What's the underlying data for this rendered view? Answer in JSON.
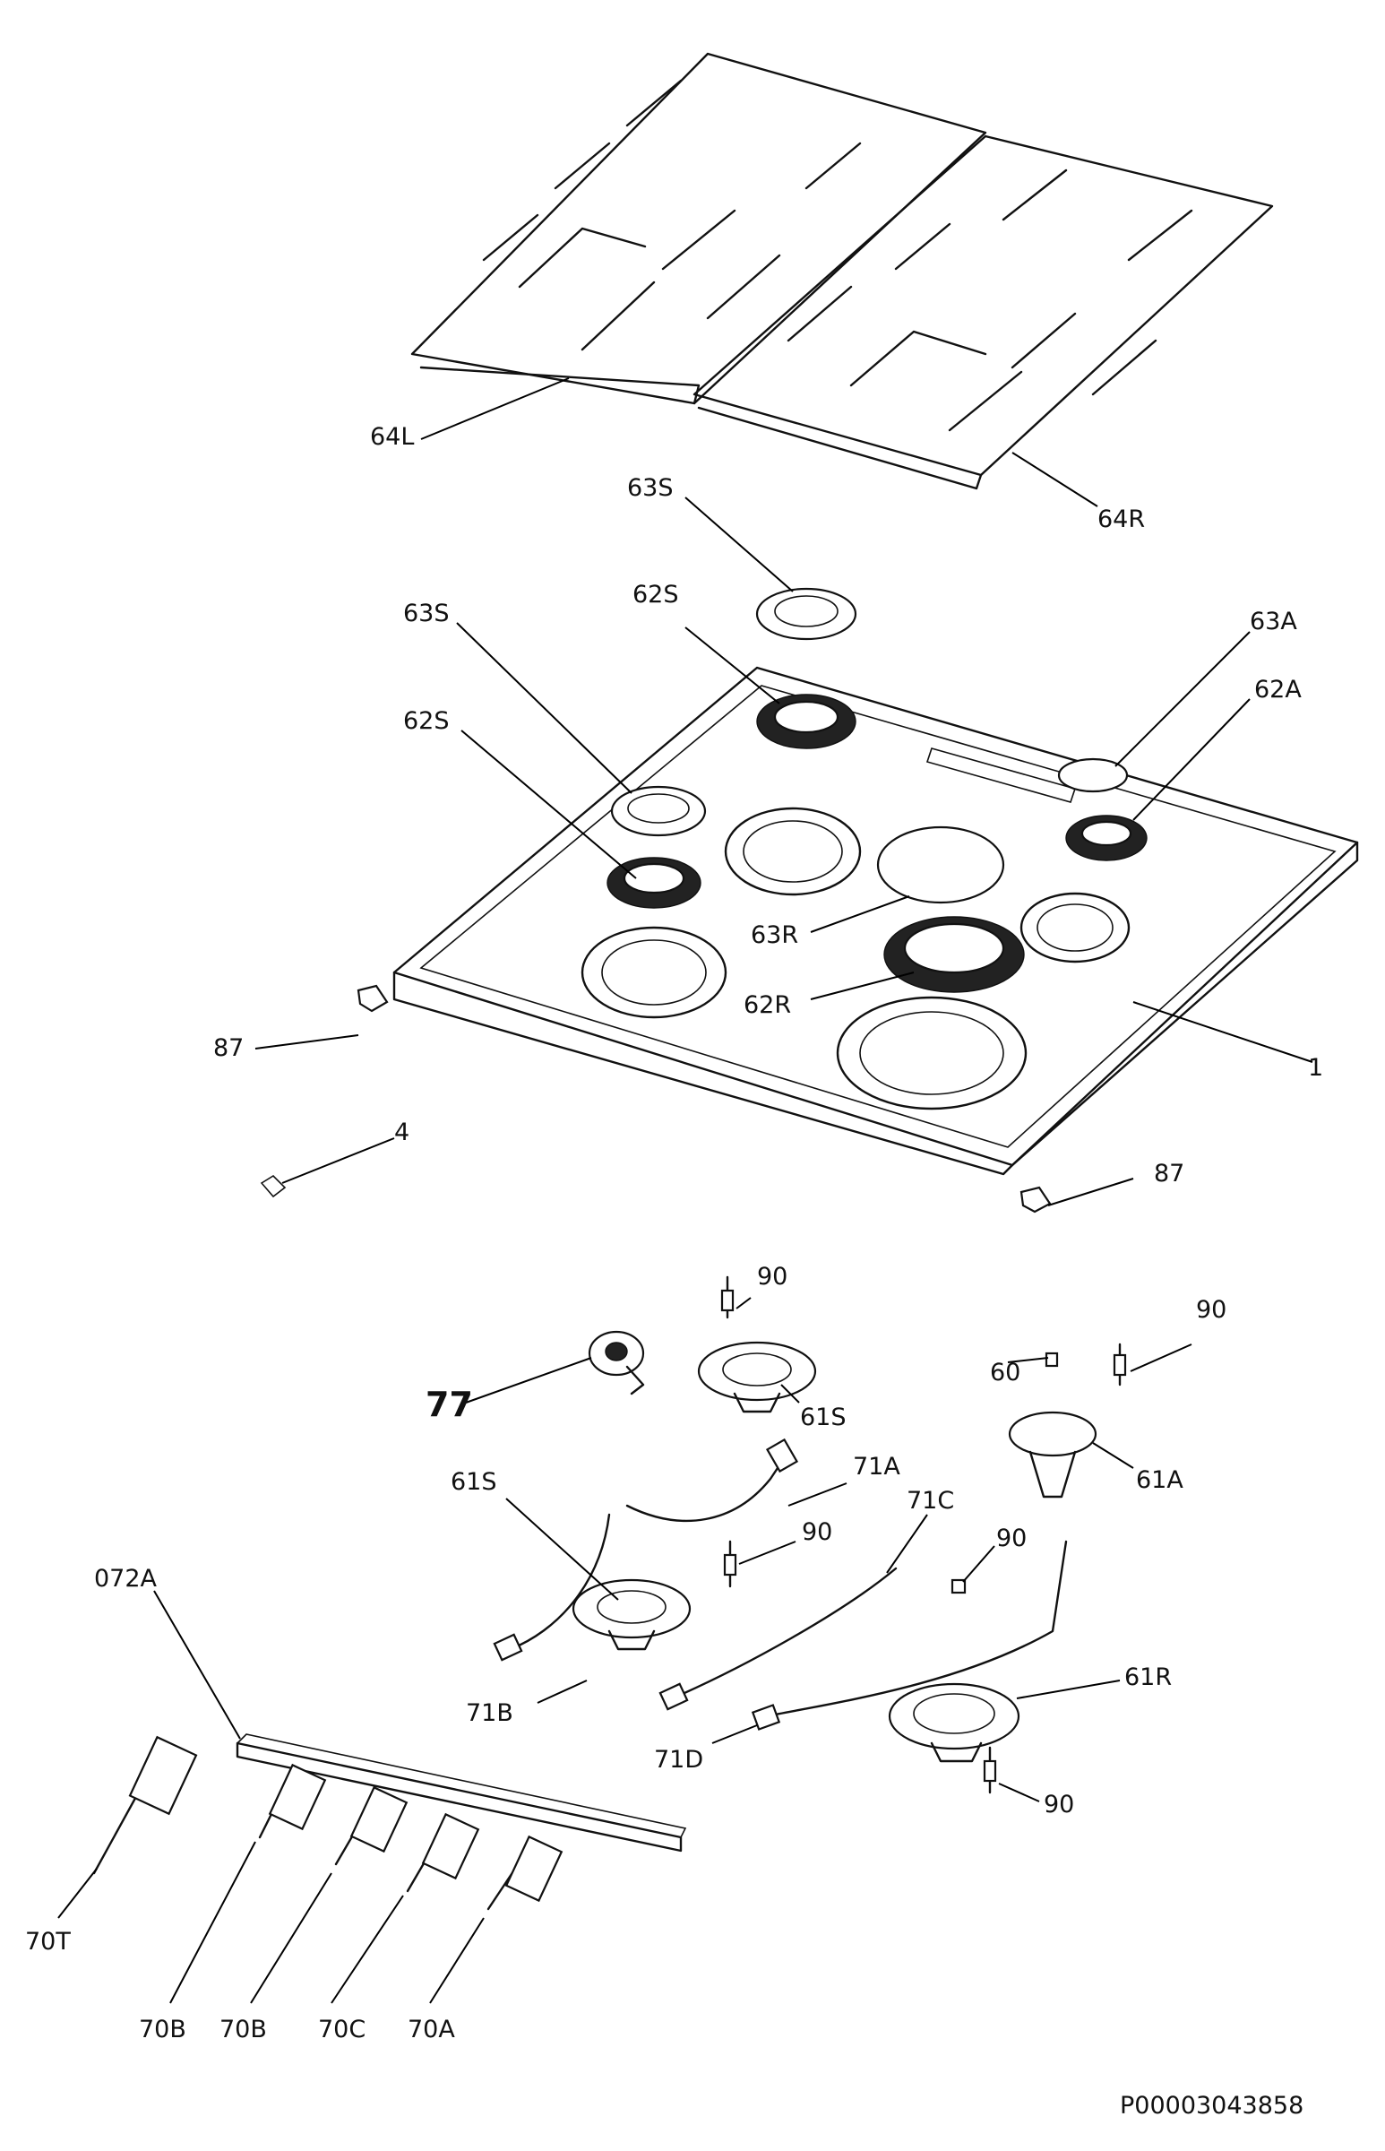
{
  "callouts": {
    "c64L": "64L",
    "c64R": "64R",
    "c63S_top": "63S",
    "c62S_top": "62S",
    "c63S_left": "63S",
    "c62S_left": "62S",
    "c63A": "63A",
    "c62A": "62A",
    "c63R": "63R",
    "c62R": "62R",
    "c1": "1",
    "c87_left": "87",
    "c87_right": "87",
    "c4": "4",
    "c90_a": "90",
    "c90_b": "90",
    "c90_c": "90",
    "c90_d": "90",
    "c90_e": "90",
    "c77": "77",
    "c60": "60",
    "c61S_a": "61S",
    "c61S_b": "61S",
    "c61A": "61A",
    "c61R": "61R",
    "c71A": "71A",
    "c71B": "71B",
    "c71C": "71C",
    "c71D": "71D",
    "c072A": "072A",
    "c70T": "70T",
    "c70B_a": "70B",
    "c70B_b": "70B",
    "c70C": "70C",
    "c70A": "70A"
  },
  "document_id": "P00003043858"
}
